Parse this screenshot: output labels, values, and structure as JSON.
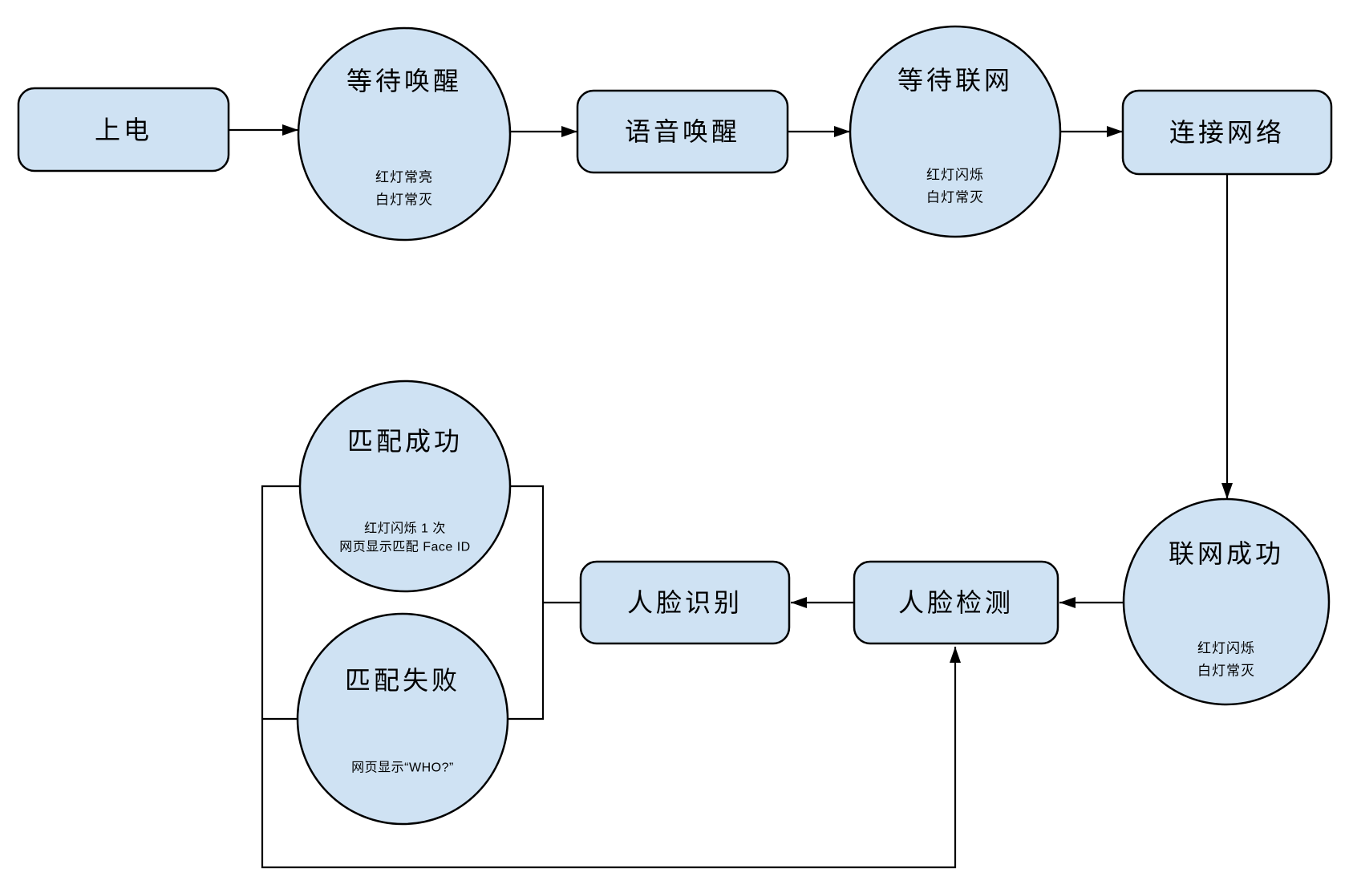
{
  "diagram": {
    "colors": {
      "background": "#ffffff",
      "node_fill": "#cfe2f3",
      "node_border": "#000000",
      "text": "#000000"
    },
    "nodes": {
      "power_on": {
        "shape": "rounded-rect",
        "label": "上电"
      },
      "wait_wake": {
        "shape": "circle",
        "label": "等待唤醒",
        "status_lines": [
          "红灯常亮",
          "白灯常灭"
        ]
      },
      "voice_wake": {
        "shape": "rounded-rect",
        "label": "语音唤醒"
      },
      "wait_network": {
        "shape": "circle",
        "label": "等待联网",
        "status_lines": [
          "红灯闪烁",
          "白灯常灭"
        ]
      },
      "connect_network": {
        "shape": "rounded-rect",
        "label": "连接网络"
      },
      "network_success": {
        "shape": "circle",
        "label": "联网成功",
        "status_lines": [
          "红灯闪烁",
          "白灯常灭"
        ]
      },
      "face_detect": {
        "shape": "rounded-rect",
        "label": "人脸检测"
      },
      "face_recognize": {
        "shape": "rounded-rect",
        "label": "人脸识别"
      },
      "match_success": {
        "shape": "circle",
        "label": "匹配成功",
        "status_lines": [
          "红灯闪烁 1 次",
          "网页显示匹配 Face ID"
        ]
      },
      "match_fail": {
        "shape": "circle",
        "label": "匹配失败",
        "status_lines": [
          "网页显示“WHO?”"
        ]
      }
    },
    "edges": [
      {
        "from": "power_on",
        "to": "wait_wake",
        "arrow": true
      },
      {
        "from": "wait_wake",
        "to": "voice_wake",
        "arrow": true
      },
      {
        "from": "voice_wake",
        "to": "wait_network",
        "arrow": true
      },
      {
        "from": "wait_network",
        "to": "connect_network",
        "arrow": true
      },
      {
        "from": "connect_network",
        "to": "network_success",
        "arrow": true
      },
      {
        "from": "network_success",
        "to": "face_detect",
        "arrow": true
      },
      {
        "from": "face_detect",
        "to": "face_recognize",
        "arrow": true
      },
      {
        "from": "face_recognize",
        "to": "match_success",
        "arrow": false
      },
      {
        "from": "face_recognize",
        "to": "match_fail",
        "arrow": false
      },
      {
        "from": "match_success",
        "to": "face_detect",
        "arrow": true
      },
      {
        "from": "match_fail",
        "to": "face_detect",
        "arrow": true
      }
    ]
  }
}
